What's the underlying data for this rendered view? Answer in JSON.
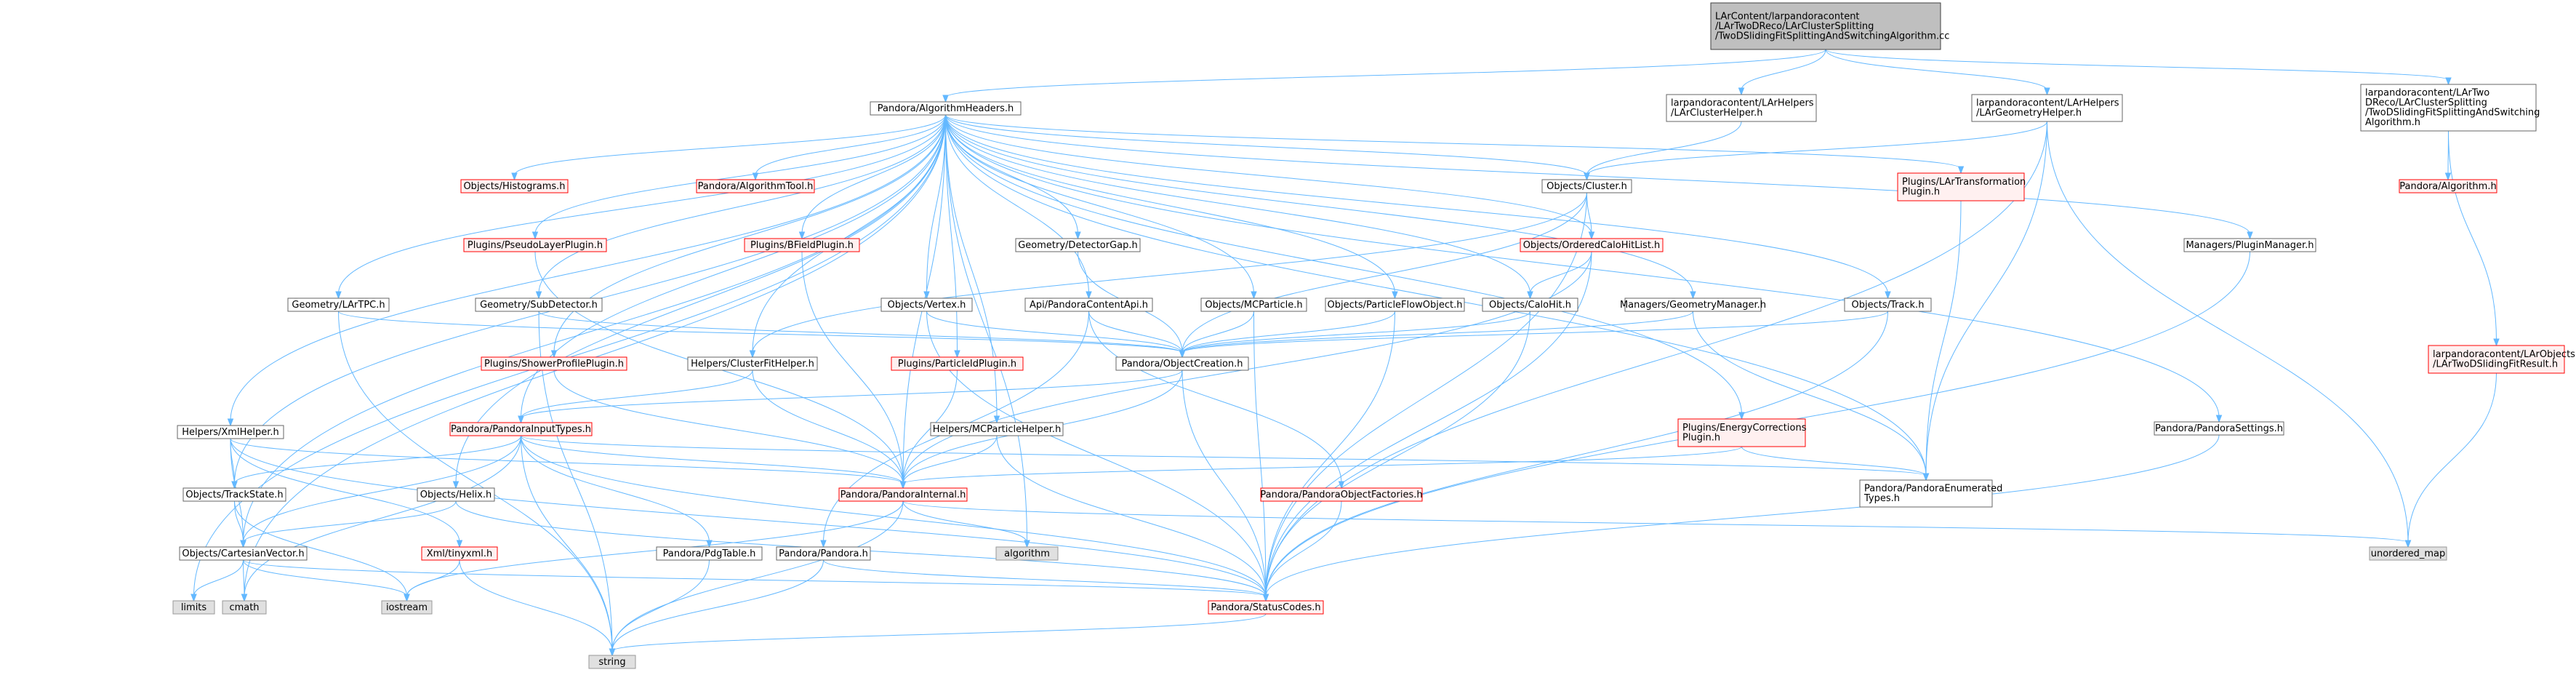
{
  "colors": {
    "edge": "#63B8FF",
    "node_fill": "#FFFFFF",
    "node_stroke": "#666666",
    "missing_fill": "#FFF0F0",
    "missing_stroke": "#FF0000",
    "root_fill": "#BFBFBF",
    "root_stroke": "#404040",
    "system_fill": "#E0E0E0",
    "system_stroke": "#999999"
  },
  "nodes": [
    {
      "id": "root",
      "kind": "root",
      "lines": [
        "LArContent/larpandoracontent",
        "/LArTwoDReco/LArClusterSplitting",
        "/TwoDSlidingFitSplittingAndSwitchingAlgorithm.cc"
      ],
      "interactable": false
    },
    {
      "id": "alg_headers",
      "kind": "normal",
      "lines": [
        "Pandora/AlgorithmHeaders.h"
      ]
    },
    {
      "id": "lar_cluster_helper",
      "kind": "normal",
      "lines": [
        "larpandoracontent/LArHelpers",
        "/LArClusterHelper.h"
      ]
    },
    {
      "id": "lar_geometry_helper",
      "kind": "normal",
      "lines": [
        "larpandoracontent/LArHelpers",
        "/LArGeometryHelper.h"
      ]
    },
    {
      "id": "twod_sliding_h",
      "kind": "normal",
      "lines": [
        "larpandoracontent/LArTwo",
        "DReco/LArClusterSplitting",
        "/TwoDSlidingFitSplittingAndSwitching",
        "Algorithm.h"
      ]
    },
    {
      "id": "pandora_algorithm_h",
      "kind": "missing",
      "lines": [
        "Pandora/Algorithm.h"
      ]
    },
    {
      "id": "lar_twod_fit_result",
      "kind": "missing",
      "lines": [
        "larpandoracontent/LArObjects",
        "/LArTwoDSlidingFitResult.h"
      ]
    },
    {
      "id": "objects_histograms",
      "kind": "missing",
      "lines": [
        "Objects/Histograms.h"
      ]
    },
    {
      "id": "pandora_algorithm_tool",
      "kind": "missing",
      "lines": [
        "Pandora/AlgorithmTool.h"
      ]
    },
    {
      "id": "objects_cluster",
      "kind": "normal",
      "lines": [
        "Objects/Cluster.h"
      ]
    },
    {
      "id": "plugins_lar_transformation",
      "kind": "missing",
      "lines": [
        "Plugins/LArTransformation",
        "Plugin.h"
      ]
    },
    {
      "id": "plugins_pseudo_layer",
      "kind": "missing",
      "lines": [
        "Plugins/PseudoLayerPlugin.h"
      ]
    },
    {
      "id": "plugins_bfield",
      "kind": "missing",
      "lines": [
        "Plugins/BFieldPlugin.h"
      ]
    },
    {
      "id": "geometry_detector_gap",
      "kind": "normal",
      "lines": [
        "Geometry/DetectorGap.h"
      ]
    },
    {
      "id": "objects_ordered_calohitlist",
      "kind": "missing",
      "lines": [
        "Objects/OrderedCaloHitList.h"
      ]
    },
    {
      "id": "managers_plugin_manager",
      "kind": "normal",
      "lines": [
        "Managers/PluginManager.h"
      ]
    },
    {
      "id": "geometry_lartpc",
      "kind": "normal",
      "lines": [
        "Geometry/LArTPC.h"
      ]
    },
    {
      "id": "geometry_subdetector",
      "kind": "normal",
      "lines": [
        "Geometry/SubDetector.h"
      ]
    },
    {
      "id": "objects_vertex",
      "kind": "normal",
      "lines": [
        "Objects/Vertex.h"
      ]
    },
    {
      "id": "api_pandora_content_api",
      "kind": "normal",
      "lines": [
        "Api/PandoraContentApi.h"
      ]
    },
    {
      "id": "objects_mcparticle",
      "kind": "normal",
      "lines": [
        "Objects/MCParticle.h"
      ]
    },
    {
      "id": "objects_particle_flow_object",
      "kind": "normal",
      "lines": [
        "Objects/ParticleFlowObject.h"
      ]
    },
    {
      "id": "objects_calohit",
      "kind": "normal",
      "lines": [
        "Objects/CaloHit.h"
      ]
    },
    {
      "id": "managers_geometry_manager",
      "kind": "normal",
      "lines": [
        "Managers/GeometryManager.h"
      ]
    },
    {
      "id": "objects_track",
      "kind": "normal",
      "lines": [
        "Objects/Track.h"
      ]
    },
    {
      "id": "plugins_shower_profile",
      "kind": "missing",
      "lines": [
        "Plugins/ShowerProfilePlugin.h"
      ]
    },
    {
      "id": "helpers_cluster_fit_helper",
      "kind": "normal",
      "lines": [
        "Helpers/ClusterFitHelper.h"
      ]
    },
    {
      "id": "plugins_particle_id",
      "kind": "missing",
      "lines": [
        "Plugins/ParticleIdPlugin.h"
      ]
    },
    {
      "id": "pandora_object_creation",
      "kind": "normal",
      "lines": [
        "Pandora/ObjectCreation.h"
      ]
    },
    {
      "id": "helpers_xml_helper",
      "kind": "normal",
      "lines": [
        "Helpers/XmlHelper.h"
      ]
    },
    {
      "id": "pandora_input_types",
      "kind": "missing",
      "lines": [
        "Pandora/PandoraInputTypes.h"
      ]
    },
    {
      "id": "plugins_energy_corrections",
      "kind": "missing",
      "lines": [
        "Plugins/EnergyCorrections",
        "Plugin.h"
      ]
    },
    {
      "id": "pandora_pandora_settings",
      "kind": "normal",
      "lines": [
        "Pandora/PandoraSettings.h"
      ]
    },
    {
      "id": "helpers_mcparticle_helper",
      "kind": "normal",
      "lines": [
        "Helpers/MCParticleHelper.h"
      ]
    },
    {
      "id": "objects_trackstate",
      "kind": "normal",
      "lines": [
        "Objects/TrackState.h"
      ]
    },
    {
      "id": "pandora_pandora_internal",
      "kind": "missing",
      "lines": [
        "Pandora/PandoraInternal.h"
      ]
    },
    {
      "id": "pandora_enumerated_types",
      "kind": "normal",
      "lines": [
        "Pandora/PandoraEnumerated",
        "Types.h"
      ]
    },
    {
      "id": "objects_helix",
      "kind": "normal",
      "lines": [
        "Objects/Helix.h"
      ]
    },
    {
      "id": "pandora_object_factories",
      "kind": "missing",
      "lines": [
        "Pandora/PandoraObjectFactories.h"
      ]
    },
    {
      "id": "xml_tinyxml",
      "kind": "missing",
      "lines": [
        "Xml/tinyxml.h"
      ]
    },
    {
      "id": "algorithm_sys",
      "kind": "system",
      "lines": [
        "algorithm"
      ]
    },
    {
      "id": "unordered_map_sys",
      "kind": "system",
      "lines": [
        "unordered_map"
      ]
    },
    {
      "id": "objects_cartesian_vector",
      "kind": "normal",
      "lines": [
        "Objects/CartesianVector.h"
      ]
    },
    {
      "id": "pandora_pdg_table",
      "kind": "normal",
      "lines": [
        "Pandora/PdgTable.h"
      ]
    },
    {
      "id": "pandora_pandora_h",
      "kind": "normal",
      "lines": [
        "Pandora/Pandora.h"
      ]
    },
    {
      "id": "limits_sys",
      "kind": "system",
      "lines": [
        "limits"
      ]
    },
    {
      "id": "cmath_sys",
      "kind": "system",
      "lines": [
        "cmath"
      ]
    },
    {
      "id": "iostream_sys",
      "kind": "system",
      "lines": [
        "iostream"
      ]
    },
    {
      "id": "pandora_status_codes",
      "kind": "missing",
      "lines": [
        "Pandora/StatusCodes.h"
      ]
    },
    {
      "id": "string_sys",
      "kind": "system",
      "lines": [
        "string"
      ]
    }
  ],
  "edges": [
    [
      "root",
      "alg_headers"
    ],
    [
      "root",
      "lar_cluster_helper"
    ],
    [
      "root",
      "lar_geometry_helper"
    ],
    [
      "root",
      "twod_sliding_h"
    ],
    [
      "twod_sliding_h",
      "pandora_algorithm_h"
    ],
    [
      "twod_sliding_h",
      "lar_twod_fit_result"
    ],
    [
      "lar_twod_fit_result",
      "unordered_map_sys"
    ],
    [
      "lar_cluster_helper",
      "objects_cluster"
    ],
    [
      "lar_geometry_helper",
      "objects_cluster"
    ],
    [
      "lar_geometry_helper",
      "pandora_enumerated_types"
    ],
    [
      "lar_geometry_helper",
      "pandora_status_codes"
    ],
    [
      "lar_geometry_helper",
      "unordered_map_sys"
    ],
    [
      "alg_headers",
      "objects_histograms"
    ],
    [
      "alg_headers",
      "pandora_algorithm_tool"
    ],
    [
      "alg_headers",
      "objects_cluster"
    ],
    [
      "alg_headers",
      "plugins_lar_transformation"
    ],
    [
      "alg_headers",
      "plugins_pseudo_layer"
    ],
    [
      "alg_headers",
      "plugins_bfield"
    ],
    [
      "alg_headers",
      "geometry_detector_gap"
    ],
    [
      "alg_headers",
      "objects_ordered_calohitlist"
    ],
    [
      "alg_headers",
      "managers_plugin_manager"
    ],
    [
      "alg_headers",
      "geometry_lartpc"
    ],
    [
      "alg_headers",
      "geometry_subdetector"
    ],
    [
      "alg_headers",
      "objects_vertex"
    ],
    [
      "alg_headers",
      "api_pandora_content_api"
    ],
    [
      "alg_headers",
      "objects_mcparticle"
    ],
    [
      "alg_headers",
      "objects_particle_flow_object"
    ],
    [
      "alg_headers",
      "objects_calohit"
    ],
    [
      "alg_headers",
      "managers_geometry_manager"
    ],
    [
      "alg_headers",
      "objects_track"
    ],
    [
      "alg_headers",
      "plugins_shower_profile"
    ],
    [
      "alg_headers",
      "helpers_cluster_fit_helper"
    ],
    [
      "alg_headers",
      "plugins_particle_id"
    ],
    [
      "alg_headers",
      "helpers_xml_helper"
    ],
    [
      "alg_headers",
      "pandora_input_types"
    ],
    [
      "alg_headers",
      "plugins_energy_corrections"
    ],
    [
      "alg_headers",
      "pandora_pandora_settings"
    ],
    [
      "alg_headers",
      "helpers_mcparticle_helper"
    ],
    [
      "alg_headers",
      "objects_trackstate"
    ],
    [
      "alg_headers",
      "pandora_pandora_internal"
    ],
    [
      "alg_headers",
      "pandora_enumerated_types"
    ],
    [
      "alg_headers",
      "objects_helix"
    ],
    [
      "alg_headers",
      "objects_cartesian_vector"
    ],
    [
      "alg_headers",
      "limits_sys"
    ],
    [
      "alg_headers",
      "cmath_sys"
    ],
    [
      "alg_headers",
      "algorithm_sys"
    ],
    [
      "objects_cluster",
      "objects_ordered_calohitlist"
    ],
    [
      "objects_cluster",
      "pandora_object_creation"
    ],
    [
      "objects_cluster",
      "helpers_cluster_fit_helper"
    ],
    [
      "objects_cluster",
      "pandora_status_codes"
    ],
    [
      "objects_ordered_calohitlist",
      "objects_calohit"
    ],
    [
      "objects_ordered_calohitlist",
      "pandora_pandora_internal"
    ],
    [
      "objects_ordered_calohitlist",
      "pandora_status_codes"
    ],
    [
      "plugins_lar_transformation",
      "pandora_enumerated_types"
    ],
    [
      "plugins_pseudo_layer",
      "pandora_pandora_internal"
    ],
    [
      "plugins_bfield",
      "pandora_pandora_internal"
    ],
    [
      "geometry_detector_gap",
      "pandora_object_creation"
    ],
    [
      "geometry_lartpc",
      "pandora_object_creation"
    ],
    [
      "geometry_lartpc",
      "string_sys"
    ],
    [
      "geometry_subdetector",
      "pandora_object_creation"
    ],
    [
      "geometry_subdetector",
      "string_sys"
    ],
    [
      "objects_vertex",
      "pandora_object_creation"
    ],
    [
      "objects_vertex",
      "pandora_status_codes"
    ],
    [
      "api_pandora_content_api",
      "pandora_object_creation"
    ],
    [
      "api_pandora_content_api",
      "pandora_pandora_h"
    ],
    [
      "api_pandora_content_api",
      "pandora_object_factories"
    ],
    [
      "objects_mcparticle",
      "pandora_object_creation"
    ],
    [
      "objects_mcparticle",
      "pandora_status_codes"
    ],
    [
      "objects_particle_flow_object",
      "pandora_object_creation"
    ],
    [
      "objects_particle_flow_object",
      "pandora_status_codes"
    ],
    [
      "objects_calohit",
      "pandora_object_creation"
    ],
    [
      "objects_calohit",
      "pandora_status_codes"
    ],
    [
      "managers_geometry_manager",
      "pandora_object_creation"
    ],
    [
      "managers_geometry_manager",
      "pandora_enumerated_types"
    ],
    [
      "objects_track",
      "pandora_object_creation"
    ],
    [
      "objects_track",
      "pandora_status_codes"
    ],
    [
      "managers_plugin_manager",
      "pandora_status_codes"
    ],
    [
      "pandora_pandora_settings",
      "pandora_status_codes"
    ],
    [
      "plugins_shower_profile",
      "pandora_pandora_internal"
    ],
    [
      "plugins_particle_id",
      "pandora_pandora_internal"
    ],
    [
      "helpers_cluster_fit_helper",
      "pandora_input_types"
    ],
    [
      "helpers_cluster_fit_helper",
      "pandora_pandora_internal"
    ],
    [
      "pandora_object_creation",
      "pandora_input_types"
    ],
    [
      "pandora_object_creation",
      "pandora_pandora_internal"
    ],
    [
      "pandora_object_creation",
      "pandora_status_codes"
    ],
    [
      "helpers_xml_helper",
      "objects_trackstate"
    ],
    [
      "helpers_xml_helper",
      "objects_cartesian_vector"
    ],
    [
      "helpers_xml_helper",
      "xml_tinyxml"
    ],
    [
      "helpers_xml_helper",
      "pandora_pandora_internal"
    ],
    [
      "helpers_xml_helper",
      "pandora_status_codes"
    ],
    [
      "pandora_input_types",
      "objects_trackstate"
    ],
    [
      "pandora_input_types",
      "objects_cartesian_vector"
    ],
    [
      "pandora_input_types",
      "pandora_pandora_internal"
    ],
    [
      "pandora_input_types",
      "pandora_enumerated_types"
    ],
    [
      "pandora_input_types",
      "pandora_status_codes"
    ],
    [
      "pandora_input_types",
      "pandora_pdg_table"
    ],
    [
      "pandora_input_types",
      "string_sys"
    ],
    [
      "pandora_input_types",
      "cmath_sys"
    ],
    [
      "plugins_energy_corrections",
      "pandora_pandora_internal"
    ],
    [
      "plugins_energy_corrections",
      "pandora_enumerated_types"
    ],
    [
      "helpers_mcparticle_helper",
      "pandora_pandora_internal"
    ],
    [
      "helpers_mcparticle_helper",
      "pandora_status_codes"
    ],
    [
      "objects_trackstate",
      "objects_cartesian_vector"
    ],
    [
      "objects_trackstate",
      "iostream_sys"
    ],
    [
      "pandora_pandora_internal",
      "algorithm_sys"
    ],
    [
      "pandora_pandora_internal",
      "unordered_map_sys"
    ],
    [
      "pandora_pandora_internal",
      "iostream_sys"
    ],
    [
      "pandora_pandora_internal",
      "string_sys"
    ],
    [
      "objects_helix",
      "objects_cartesian_vector"
    ],
    [
      "objects_helix",
      "pandora_status_codes"
    ],
    [
      "pandora_object_factories",
      "pandora_status_codes"
    ],
    [
      "xml_tinyxml",
      "iostream_sys"
    ],
    [
      "xml_tinyxml",
      "string_sys"
    ],
    [
      "objects_cartesian_vector",
      "limits_sys"
    ],
    [
      "objects_cartesian_vector",
      "cmath_sys"
    ],
    [
      "objects_cartesian_vector",
      "iostream_sys"
    ],
    [
      "objects_cartesian_vector",
      "pandora_status_codes"
    ],
    [
      "pandora_pdg_table",
      "string_sys"
    ],
    [
      "pandora_pandora_h",
      "pandora_status_codes"
    ],
    [
      "pandora_pandora_h",
      "string_sys"
    ],
    [
      "pandora_status_codes",
      "string_sys"
    ]
  ]
}
